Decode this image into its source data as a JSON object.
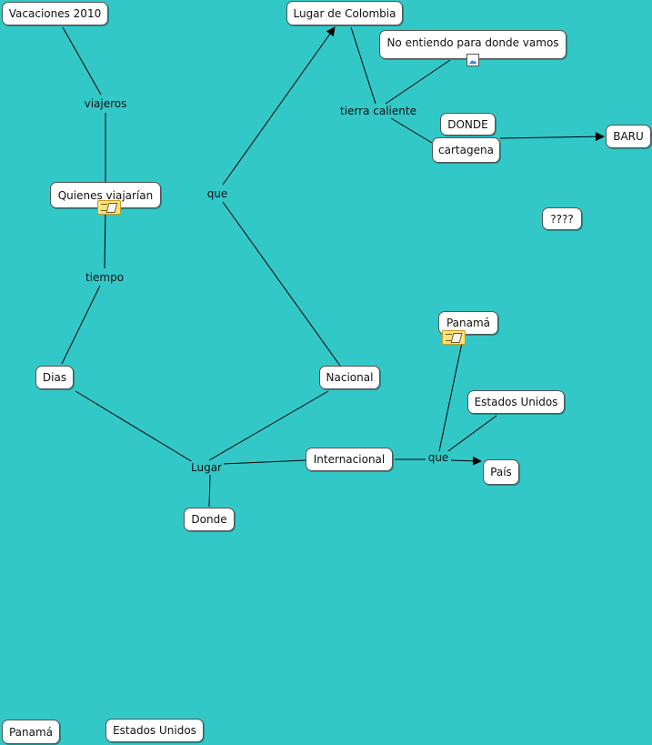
{
  "concepts": {
    "vacaciones": "Vacaciones 2010",
    "lugar_colombia": "Lugar de Colombia",
    "no_entiendo": "No entiendo para donde vamos",
    "donde_caps": "DONDE",
    "cartagena": "cartagena",
    "baru": "BARU",
    "quienes": "Quienes viajarían",
    "interrogantes": "????",
    "panama": "Panamá",
    "dias": "Dias",
    "nacional": "Nacional",
    "estados_unidos": "Estados Unidos",
    "internacional": "Internacional",
    "pais": "País",
    "donde": "Donde",
    "panama_bottom": "Panamá",
    "estados_unidos_bottom": "Estados Unidos"
  },
  "phrases": {
    "viajeros": "viajeros",
    "tierra_caliente": "tierra caliente",
    "que_top": "que",
    "tiempo": "tiempo",
    "lugar": "Lugar",
    "que_right": "que"
  },
  "icons": {
    "note": "note-icon",
    "image": "image-icon"
  },
  "colors": {
    "background": "#33c8c8",
    "node_fill": "#ffffff",
    "line": "#000000"
  }
}
